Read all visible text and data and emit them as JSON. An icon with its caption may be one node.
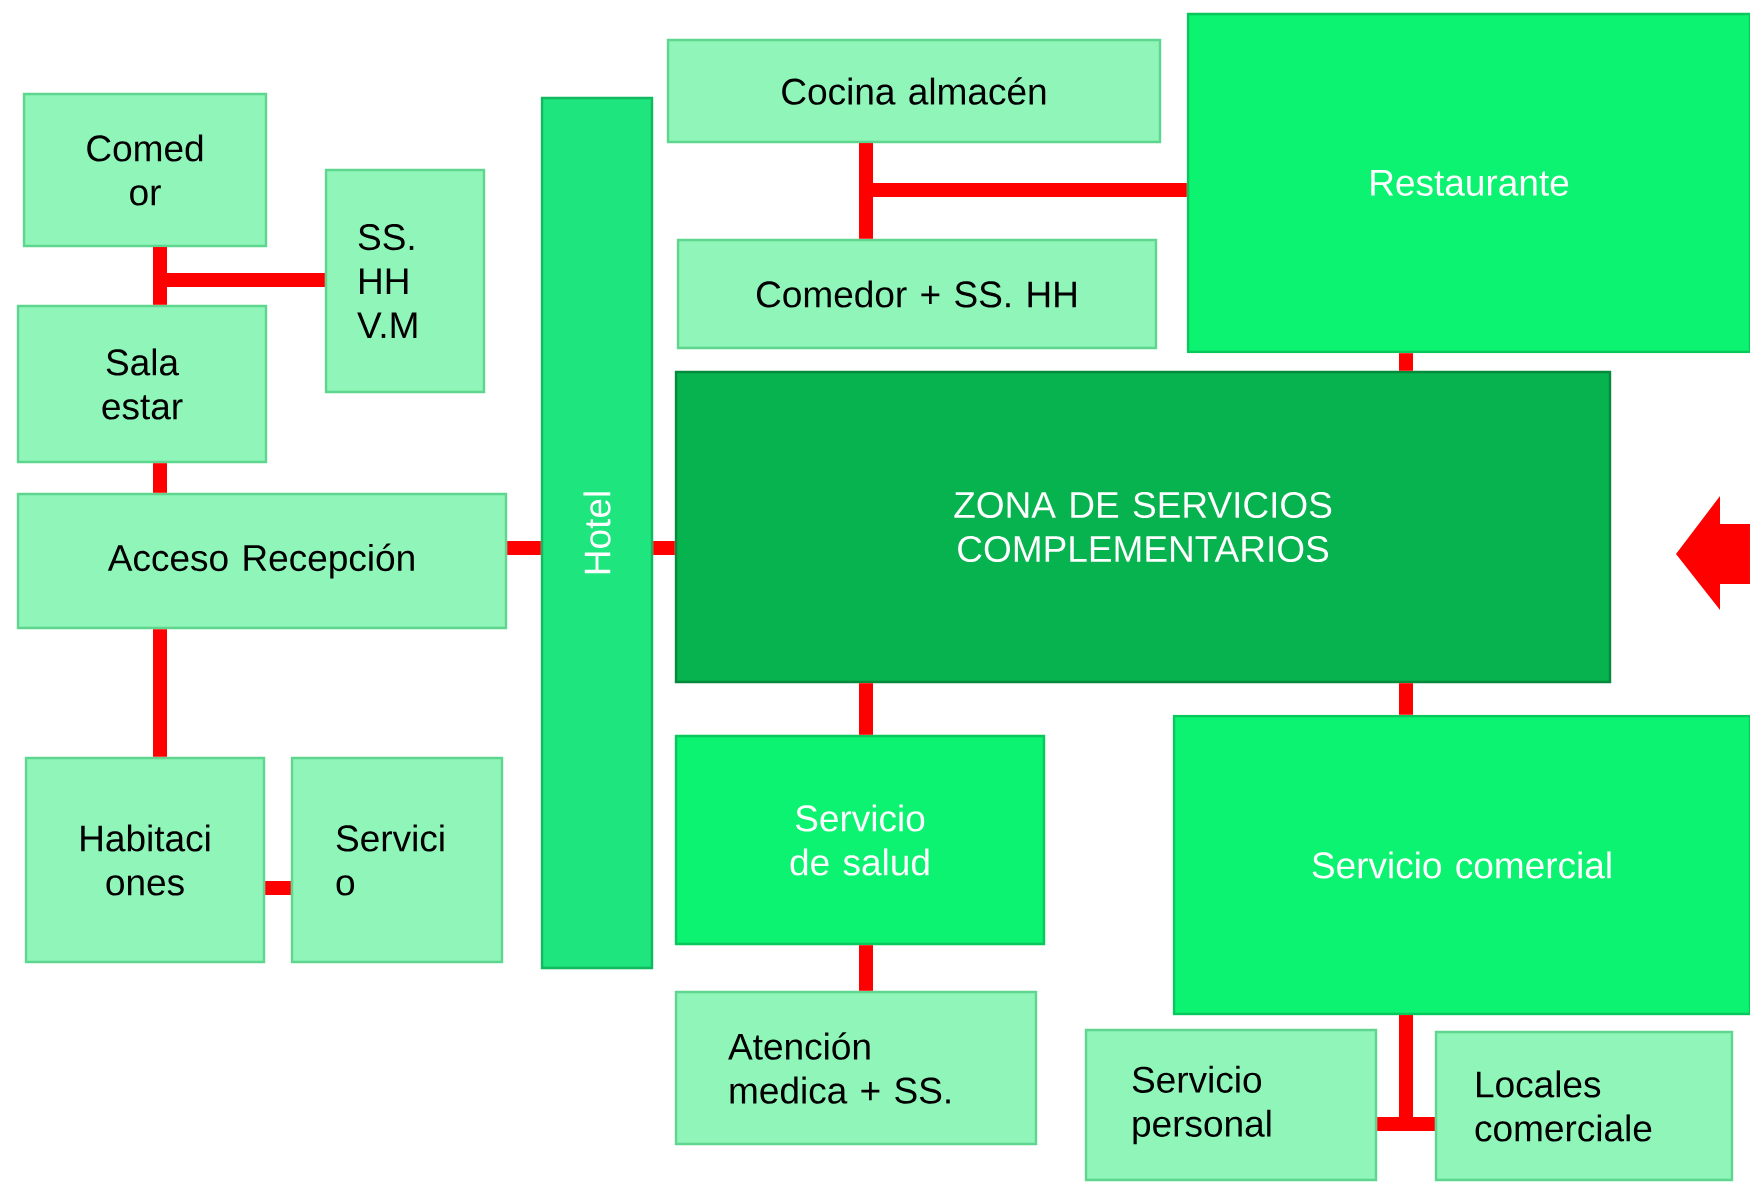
{
  "diagram": {
    "nodes": [
      {
        "text": [
          "Comed or"
        ]
      },
      {
        "text": [
          "SS. HH V.M"
        ]
      },
      {
        "text": [
          "Sala estar"
        ]
      },
      {
        "text": [
          "Acceso Recepción"
        ]
      },
      {
        "text": [
          "Habitaci ones"
        ]
      },
      {
        "text": [
          "Servici o"
        ]
      },
      {
        "text": [
          "Hotel"
        ]
      },
      {
        "text": [
          "Cocina almacén"
        ]
      },
      {
        "text": [
          "Comedor + SS. HH"
        ]
      },
      {
        "text": [
          "Restaurante"
        ]
      },
      {
        "text": [
          "ZONA DE SERVICIOS COMPLEMENTARIOS"
        ]
      },
      {
        "text": [
          "Servicio de salud"
        ]
      },
      {
        "text": [
          "Atención medica + SS."
        ]
      },
      {
        "text": [
          "Servicio comercial"
        ]
      },
      {
        "text": [
          "Servicio personal"
        ]
      },
      {
        "text": [
          "Locales comerciale"
        ]
      }
    ],
    "edges": [
      {
        "from": 0,
        "to": 2,
        "arrow": "none"
      },
      {
        "from": 0,
        "to": 1,
        "arrow": "none"
      },
      {
        "from": 2,
        "to": 3,
        "arrow": "none"
      },
      {
        "from": 3,
        "to": 6,
        "arrow": "none"
      },
      {
        "from": 3,
        "to": 4,
        "arrow": "none"
      },
      {
        "from": 4,
        "to": 5,
        "arrow": "none"
      },
      {
        "from": 6,
        "to": 10,
        "arrow": "none"
      },
      {
        "from": 7,
        "to": 8,
        "arrow": "none"
      },
      {
        "from": 7,
        "to": 9,
        "arrow": "none"
      },
      {
        "from": 9,
        "to": 10,
        "arrow": "none"
      },
      {
        "from": 10,
        "to": 11,
        "arrow": "none"
      },
      {
        "from": 11,
        "to": 12,
        "arrow": "none"
      },
      {
        "from": 10,
        "to": 13,
        "arrow": "none"
      },
      {
        "from": 13,
        "to": 14,
        "arrow": "none"
      },
      {
        "from": 13,
        "to": 15,
        "arrow": "none"
      }
    ]
  }
}
